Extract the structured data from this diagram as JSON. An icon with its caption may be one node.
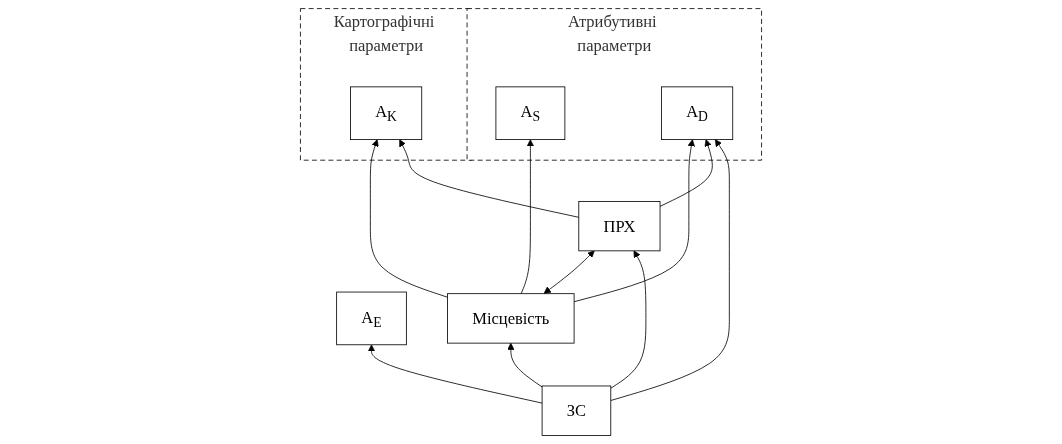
{
  "diagram": {
    "nodes": [
      {
        "text": [
          "Атрибутивні параметри"
        ]
      },
      {
        "text": [
          "A$_{S}$"
        ],
        "in": 0
      },
      {
        "text": [
          "A$_{D}$"
        ],
        "in": 0
      },
      {
        "text": [
          "Картографічні параметри"
        ]
      },
      {
        "text": [
          "A$_{K}$"
        ],
        "in": 3
      },
      {
        "text": [
          "A$_{E}$"
        ]
      },
      {
        "text": [
          "Місцевість"
        ]
      },
      {
        "text": [
          "ПРХ"
        ]
      },
      {
        "text": [
          "ЗС"
        ]
      }
    ],
    "edges": [
      {
        "from": 6,
        "to": 1,
        "arrow": "to"
      },
      {
        "from": 6,
        "to": 2,
        "arrow": "to"
      },
      {
        "from": 6,
        "to": 4,
        "arrow": "to"
      },
      {
        "from": 7,
        "to": 2,
        "arrow": "to"
      },
      {
        "from": 7,
        "to": 4,
        "arrow": "to"
      },
      {
        "from": 8,
        "to": 2,
        "arrow": "to"
      },
      {
        "from": 8,
        "to": 5,
        "arrow": "to"
      },
      {
        "from": 6,
        "to": 7,
        "arrow": "both"
      },
      {
        "from": 8,
        "to": 7,
        "arrow": "to"
      },
      {
        "from": 8,
        "to": 6,
        "arrow": "to"
      }
    ]
  }
}
